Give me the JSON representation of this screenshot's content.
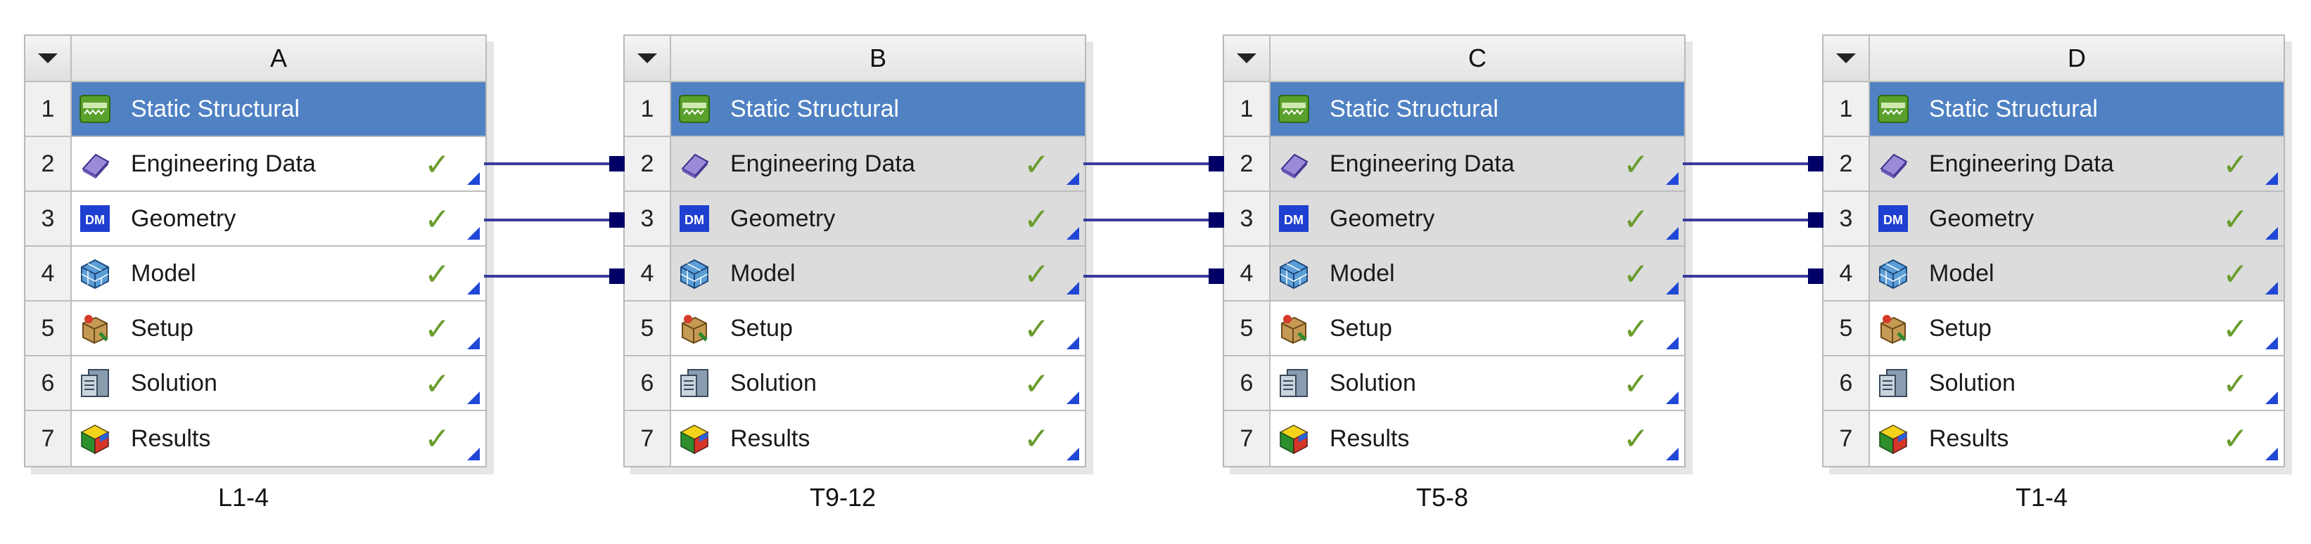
{
  "systems": [
    {
      "letter": "A",
      "name": "L1-4",
      "rows": [
        {
          "num": "1",
          "label": "Static Structural",
          "icon": "static-structural-icon"
        },
        {
          "num": "2",
          "label": "Engineering Data",
          "icon": "engineering-data-icon"
        },
        {
          "num": "3",
          "label": "Geometry",
          "icon": "geometry-dm-icon"
        },
        {
          "num": "4",
          "label": "Model",
          "icon": "model-icon"
        },
        {
          "num": "5",
          "label": "Setup",
          "icon": "setup-icon"
        },
        {
          "num": "6",
          "label": "Solution",
          "icon": "solution-icon"
        },
        {
          "num": "7",
          "label": "Results",
          "icon": "results-icon"
        }
      ]
    },
    {
      "letter": "B",
      "name": "T9-12",
      "rows": [
        {
          "num": "1",
          "label": "Static Structural",
          "icon": "static-structural-icon"
        },
        {
          "num": "2",
          "label": "Engineering Data",
          "icon": "engineering-data-icon"
        },
        {
          "num": "3",
          "label": "Geometry",
          "icon": "geometry-dm-icon"
        },
        {
          "num": "4",
          "label": "Model",
          "icon": "model-icon"
        },
        {
          "num": "5",
          "label": "Setup",
          "icon": "setup-icon"
        },
        {
          "num": "6",
          "label": "Solution",
          "icon": "solution-icon"
        },
        {
          "num": "7",
          "label": "Results",
          "icon": "results-icon"
        }
      ]
    },
    {
      "letter": "C",
      "name": "T5-8",
      "rows": [
        {
          "num": "1",
          "label": "Static Structural",
          "icon": "static-structural-icon"
        },
        {
          "num": "2",
          "label": "Engineering Data",
          "icon": "engineering-data-icon"
        },
        {
          "num": "3",
          "label": "Geometry",
          "icon": "geometry-dm-icon"
        },
        {
          "num": "4",
          "label": "Model",
          "icon": "model-icon"
        },
        {
          "num": "5",
          "label": "Setup",
          "icon": "setup-icon"
        },
        {
          "num": "6",
          "label": "Solution",
          "icon": "solution-icon"
        },
        {
          "num": "7",
          "label": "Results",
          "icon": "results-icon"
        }
      ]
    },
    {
      "letter": "D",
      "name": "T1-4",
      "rows": [
        {
          "num": "1",
          "label": "Static Structural",
          "icon": "static-structural-icon"
        },
        {
          "num": "2",
          "label": "Engineering Data",
          "icon": "engineering-data-icon"
        },
        {
          "num": "3",
          "label": "Geometry",
          "icon": "geometry-dm-icon"
        },
        {
          "num": "4",
          "label": "Model",
          "icon": "model-icon"
        },
        {
          "num": "5",
          "label": "Setup",
          "icon": "setup-icon"
        },
        {
          "num": "6",
          "label": "Solution",
          "icon": "solution-icon"
        },
        {
          "num": "7",
          "label": "Results",
          "icon": "results-icon"
        }
      ]
    }
  ],
  "geometry_icon_text": "DM",
  "status": {
    "check_glyph": "✓",
    "state": "up-to-date"
  },
  "colors": {
    "title_row": "#4f81c3",
    "linked_cell": "#dcdcdc",
    "check": "#6a9c2d",
    "link_line": "#3b3ba0",
    "corner_marker": "#2147d6"
  }
}
